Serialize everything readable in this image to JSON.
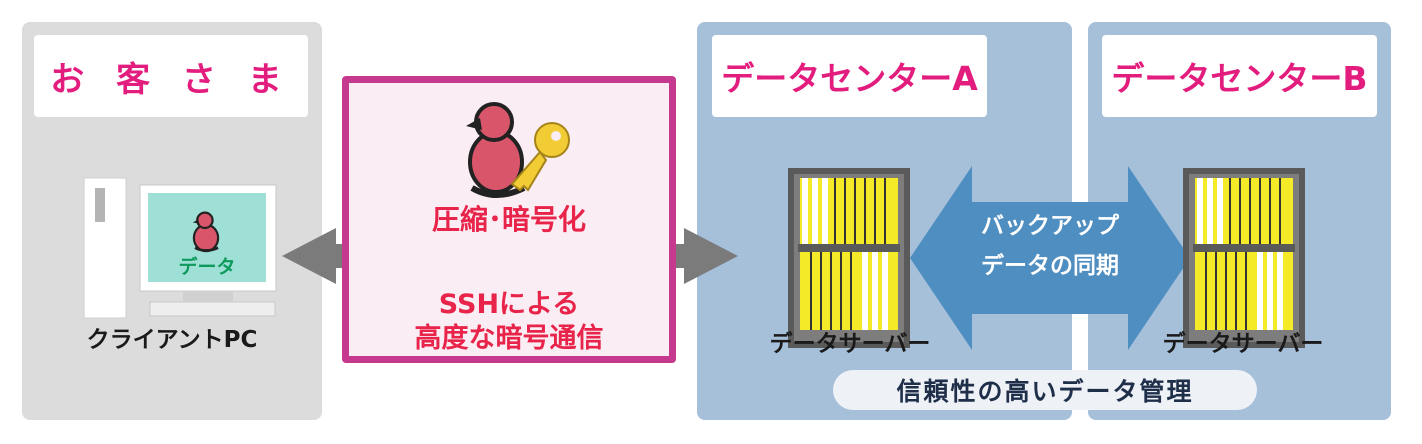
{
  "customer": {
    "title": "お 客 さ ま",
    "screen_label": "データ",
    "client_label": "クライアントPC"
  },
  "security": {
    "compress_label": "圧縮･暗号化",
    "ssh_line1": "SSHによる",
    "ssh_line2": "高度な暗号通信"
  },
  "datacenter_a": {
    "title": "データセンターA",
    "server_label": "データサーバー"
  },
  "datacenter_b": {
    "title": "データセンターB",
    "server_label": "データサーバー"
  },
  "sync": {
    "line1": "バックアップ",
    "line2": "データの同期"
  },
  "trust_label": "信頼性の高いデータ管理",
  "icons": {
    "penguin": "penguin-icon",
    "key": "key-icon",
    "server": "server-rack-icon",
    "pc": "client-pc-icon"
  },
  "colors": {
    "pink": "#e21d7e",
    "red": "#e8244a",
    "panel_blue": "#a6c0da",
    "panel_gray": "#dcdcdc",
    "sync_arrow": "#4f8ec0",
    "gray_arrow": "#7b7b7b",
    "server_yellow": "#f4ea27"
  }
}
